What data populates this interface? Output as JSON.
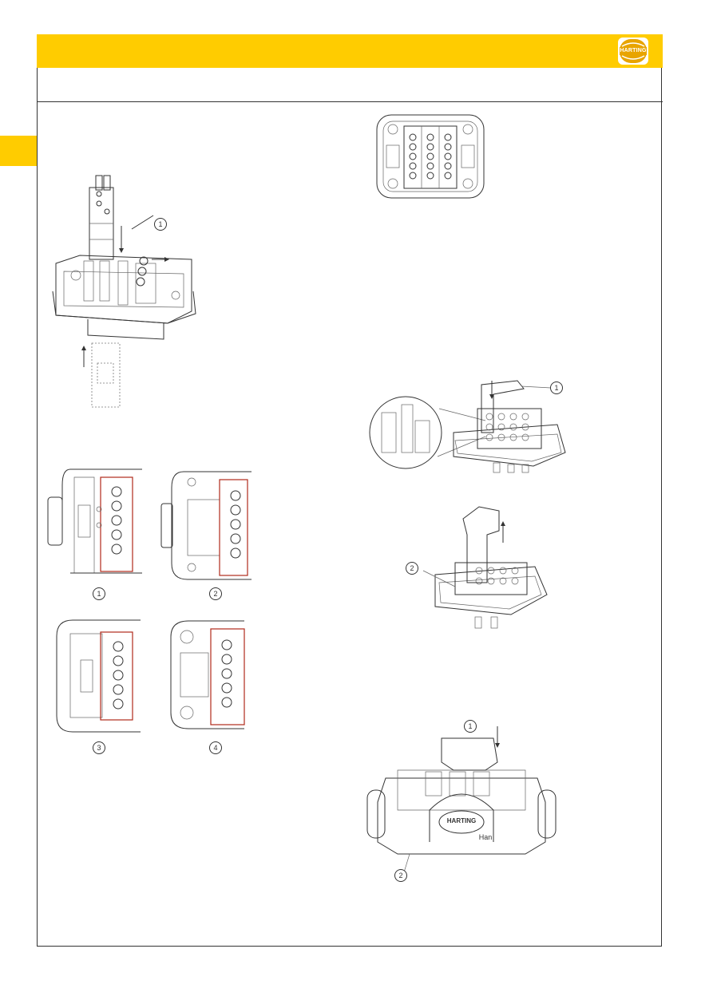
{
  "header": {
    "logo": {
      "brand_text": "HARTING",
      "accent_color": "#ffcc00",
      "logo_color": "#e8a400"
    }
  },
  "figures": {
    "assembly_top": {
      "callouts": [
        "1"
      ]
    },
    "variants": {
      "labels": [
        "1",
        "2",
        "3",
        "4"
      ]
    },
    "insert_top_view": {},
    "tool_insertion": {
      "callouts": [
        "1"
      ]
    },
    "tool_removal": {
      "callouts": [
        "2"
      ]
    },
    "housing_mount": {
      "callouts": [
        "1",
        "2"
      ],
      "housing_text": "HARTING",
      "housing_subtext": "Han"
    }
  },
  "colors": {
    "highlight": "#ffcc00",
    "line": "#333333",
    "contact_marking": "#b02a1a"
  }
}
